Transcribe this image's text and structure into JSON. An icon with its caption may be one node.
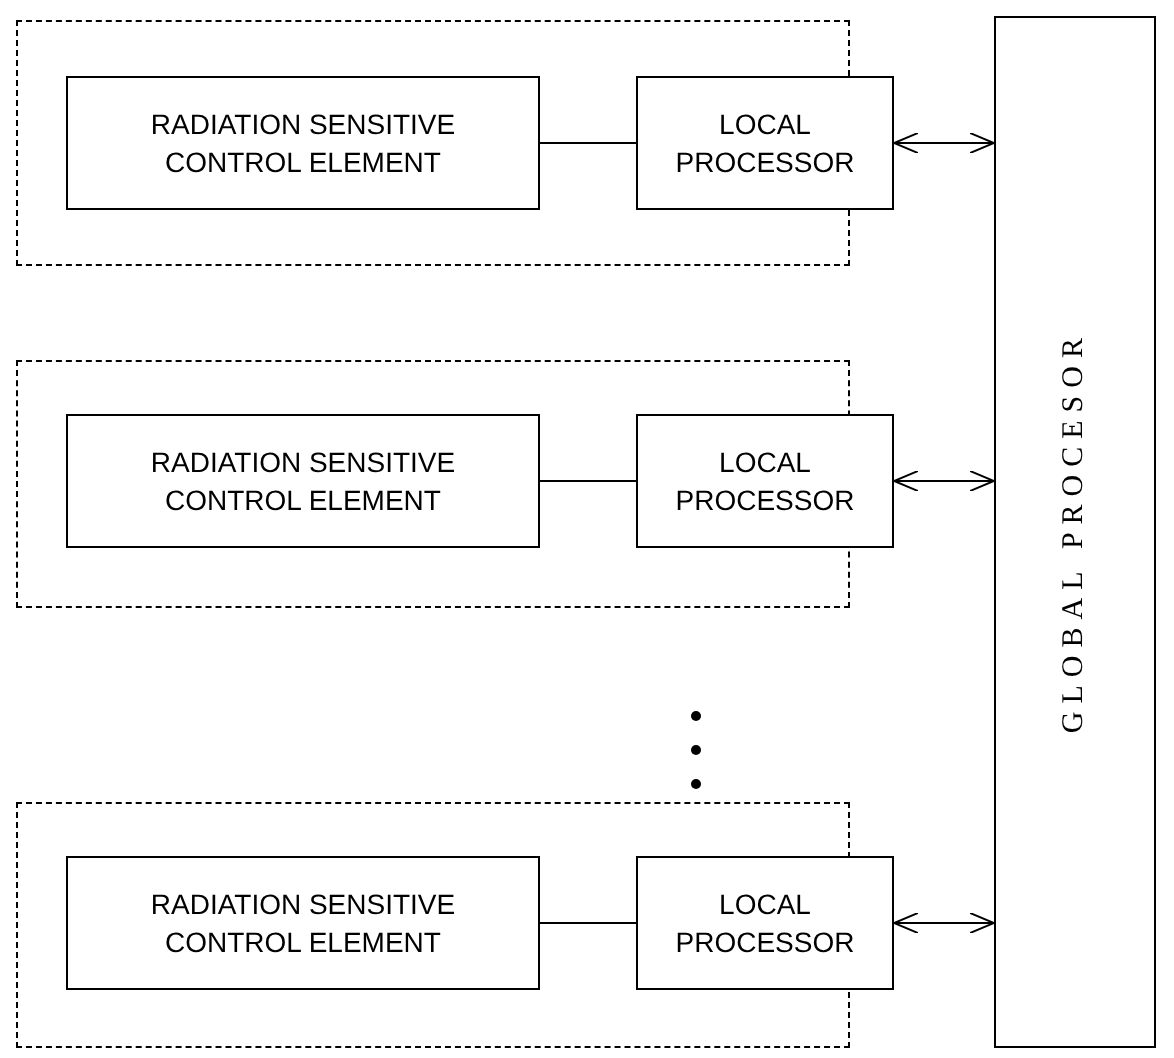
{
  "diagram": {
    "nodes": [
      {
        "text": [],
        "shape": "box"
      },
      {
        "text": [
          "RADIATION SENSITIVE CONTROL ELEMENT"
        ],
        "in": 0
      },
      {
        "text": [
          "LOCAL PROCESSOR"
        ]
      },
      {
        "text": [],
        "shape": "box"
      },
      {
        "text": [
          "RADIATION SENSITIVE CONTROL ELEMENT"
        ],
        "in": 3
      },
      {
        "text": [
          "LOCAL PROCESSOR"
        ]
      },
      {
        "text": [],
        "shape": "box"
      },
      {
        "text": [
          "RADIATION SENSITIVE CONTROL ELEMENT"
        ],
        "in": 6
      },
      {
        "text": [
          "LOCAL PROCESSOR"
        ]
      },
      {
        "text": [
          "GLOBAL PROCESOR"
        ]
      }
    ],
    "edges": [
      {
        "from": 1,
        "to": 2,
        "arrow": "none"
      },
      {
        "from": 2,
        "to": 9,
        "arrow": "both"
      },
      {
        "from": 4,
        "to": 5,
        "arrow": "none"
      },
      {
        "from": 5,
        "to": 9,
        "arrow": "both"
      },
      {
        "from": 7,
        "to": 8,
        "arrow": "none"
      },
      {
        "from": 8,
        "to": 9,
        "arrow": "both"
      }
    ]
  }
}
